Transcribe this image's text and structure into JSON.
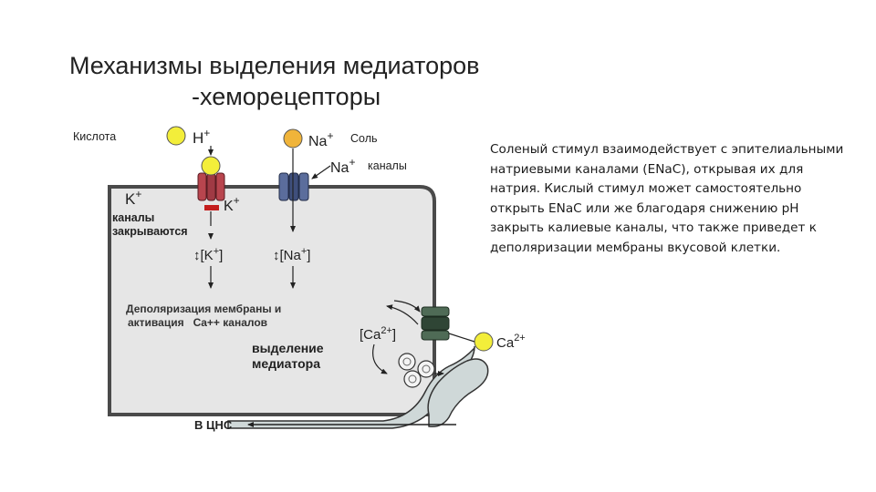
{
  "title": {
    "line1": "Механизмы выделения медиаторов",
    "line2": "-хеморецепторы"
  },
  "diagram": {
    "acid_label": "Кислота",
    "h_ion": "H",
    "h_charge": "+",
    "na_ion": "Na",
    "na_charge": "+",
    "salt_label": "Соль",
    "na_channel_ion": "Na",
    "na_channel_charge": "+",
    "channels_label": "каналы",
    "k_ion": "K",
    "k_charge": "+",
    "k_channels_line1": "каналы",
    "k_channels_line2": "закрываются",
    "k_out_ion": "K",
    "k_out_charge": "+",
    "k_conc_prefix": "[K",
    "k_conc_charge": "+",
    "k_conc_suffix": "]",
    "na_conc_prefix": "[Na",
    "na_conc_charge": "+",
    "na_conc_suffix": "]",
    "depol_line1": "Деполяризация мембраны и",
    "depol_line2": "активация   Ca++ каналов",
    "release_line1": "выделение",
    "release_line2": "медиатора",
    "ca_in_prefix": "[Ca",
    "ca_in_charge": "2+",
    "ca_in_suffix": "]",
    "ca_out_ion": "Ca",
    "ca_out_charge": "2+",
    "cns_label": "В ЦНС",
    "colors": {
      "ion_yellow": "#f3ee3a",
      "na_orange": "#f0b43a",
      "k_channel_red": "#b8454e",
      "na_channel_blue": "#4a5c8c",
      "ca_channel_green": "#3e5a46",
      "cell_fill": "#e6e6e6",
      "nerve_fill": "#cfd8d8"
    }
  },
  "description": {
    "lines": [
      "Соленый стимул взаимодействует с эпителиальными",
      "натриевыми каналами (ENaC), открывая их для",
      "натрия. Кислый стимул может самостоятельно",
      "открыть ENaC или же благодаря снижению pH",
      "закрыть калиевые каналы, что также приведет к",
      "деполяризации мембраны вкусовой клетки."
    ]
  }
}
